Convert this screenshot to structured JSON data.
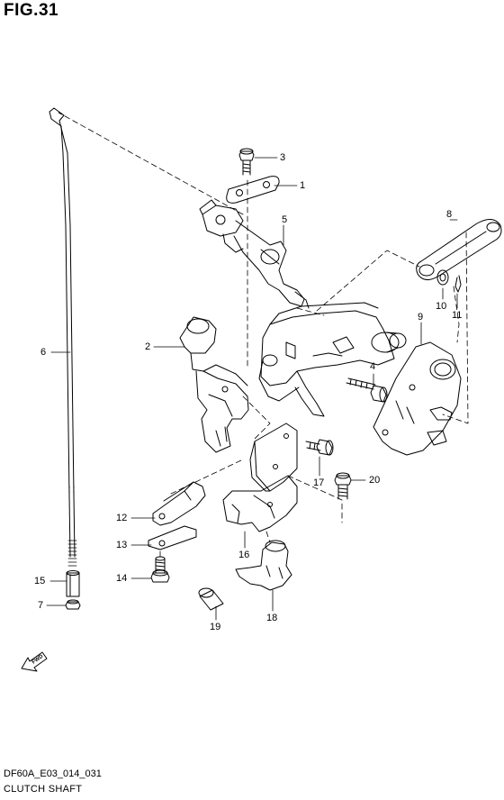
{
  "figure": {
    "title": "FIG.31",
    "code": "DF60A_E03_014_031",
    "caption": "CLUTCH SHAFT"
  },
  "fwd_label": "FWD",
  "callouts": [
    {
      "id": "1",
      "name": "part-1-callout"
    },
    {
      "id": "2",
      "name": "part-2-callout"
    },
    {
      "id": "3",
      "name": "part-3-callout"
    },
    {
      "id": "4",
      "name": "part-4-callout"
    },
    {
      "id": "5",
      "name": "part-5-callout"
    },
    {
      "id": "6",
      "name": "part-6-callout"
    },
    {
      "id": "7",
      "name": "part-7-callout"
    },
    {
      "id": "8",
      "name": "part-8-callout"
    },
    {
      "id": "9",
      "name": "part-9-callout"
    },
    {
      "id": "10",
      "name": "part-10-callout"
    },
    {
      "id": "11",
      "name": "part-11-callout"
    },
    {
      "id": "12",
      "name": "part-12-callout"
    },
    {
      "id": "13",
      "name": "part-13-callout"
    },
    {
      "id": "14",
      "name": "part-14-callout"
    },
    {
      "id": "15",
      "name": "part-15-callout"
    },
    {
      "id": "16",
      "name": "part-16-callout"
    },
    {
      "id": "17",
      "name": "part-17-callout"
    },
    {
      "id": "18",
      "name": "part-18-callout"
    },
    {
      "id": "19",
      "name": "part-19-callout"
    },
    {
      "id": "20",
      "name": "part-20-callout"
    }
  ],
  "colors": {
    "ink": "#000000",
    "paper": "#ffffff"
  }
}
